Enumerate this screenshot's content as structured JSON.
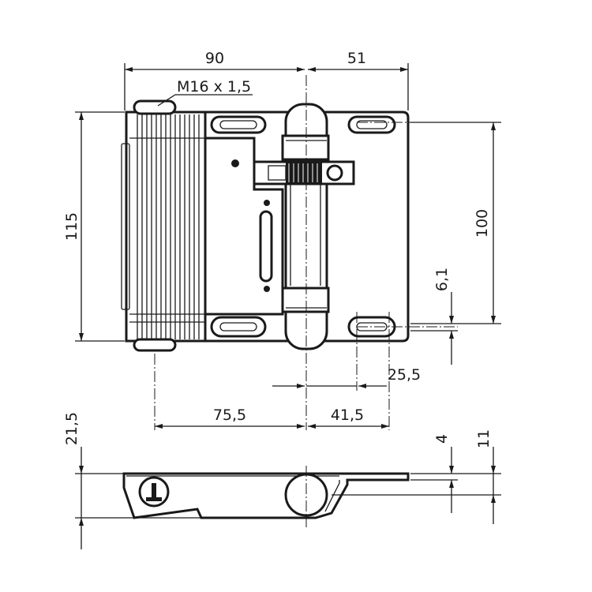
{
  "drawing": {
    "top_view": {
      "dimensions": {
        "width_left": "90",
        "width_right": "51",
        "height_total": "115",
        "height_slots": "100",
        "slot_offset": "6,1",
        "slot_x_from_axis": "25,5",
        "hole_left": "75,5",
        "hole_right": "41,5"
      },
      "thread_label": "M16 x 1,5"
    },
    "side_view": {
      "dimensions": {
        "height_total": "21,5",
        "plate_thickness": "4",
        "body_height": "11"
      }
    }
  }
}
